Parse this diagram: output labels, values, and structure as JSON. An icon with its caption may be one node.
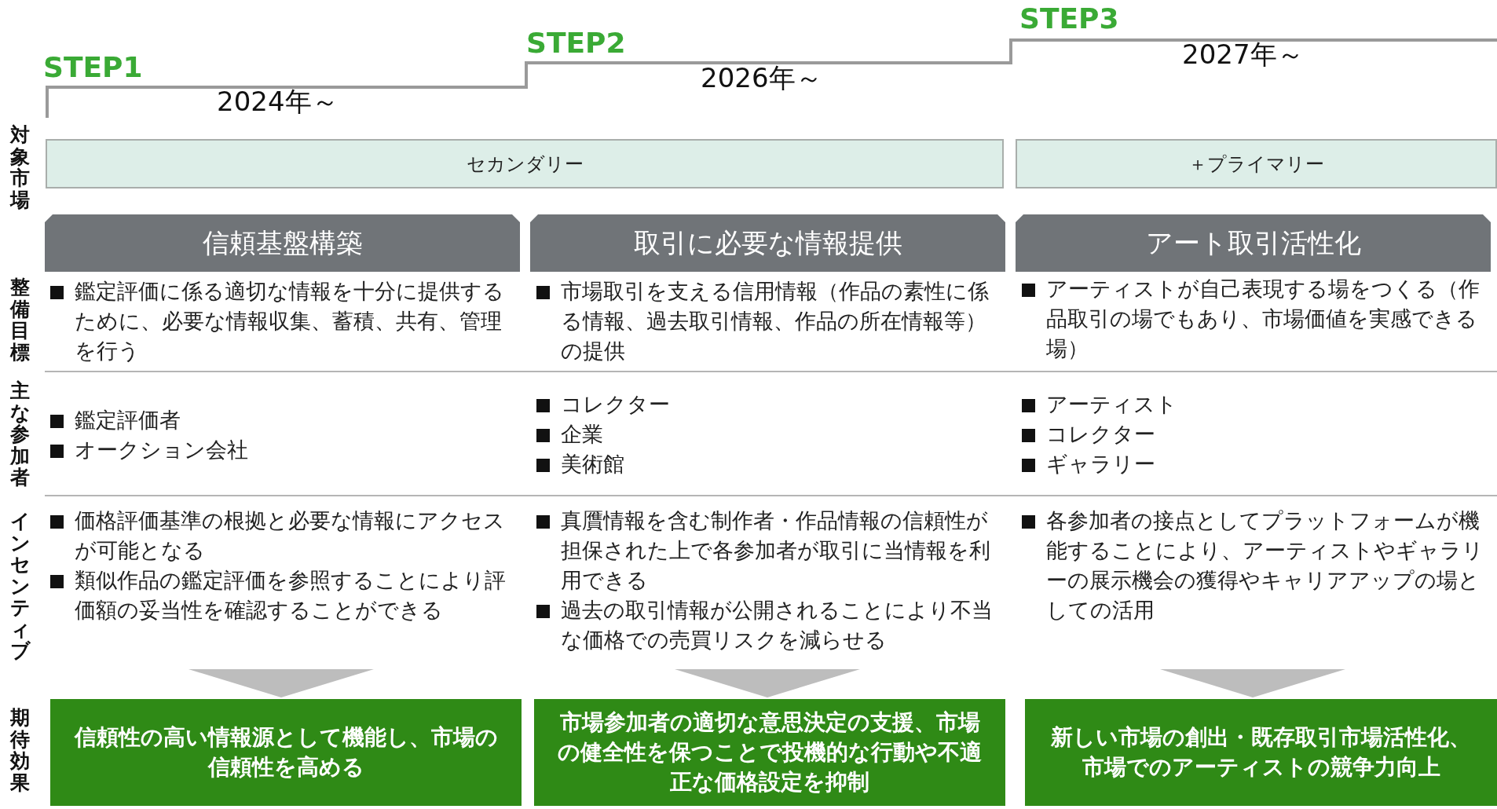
{
  "diagram": {
    "nodes": [
      {
        "text": [
          "セカンダリー"
        ]
      },
      {
        "text": [
          "＋プライマリー"
        ]
      },
      {
        "text": [
          "信頼基盤構築"
        ]
      },
      {
        "text": [
          "取引に必要な情報提供"
        ]
      },
      {
        "text": [
          "アート取引活性化"
        ]
      },
      {
        "text": [
          "信頼性の高い情報源として機能し、市場の信頼性を高める"
        ]
      },
      {
        "text": [
          "市場参加者の適切な意思決定の支援、市場の健全性を保つことで投機的な行動や不適正な価格設定を抑制"
        ]
      },
      {
        "text": [
          "新しい市場の創出・既存取引市場活性化、市場でのアーティストの競争力向上"
        ]
      }
    ],
    "edges": [
      {
        "from": null,
        "to": 5,
        "arrow": "to"
      },
      {
        "from": null,
        "to": 6,
        "arrow": "to"
      },
      {
        "from": null,
        "to": 7,
        "arrow": "to"
      }
    ],
    "labels": [
      "STEP1",
      "2024年～",
      "STEP2",
      "2026年～",
      "STEP3",
      "2027年～",
      "対象市場",
      "整備目標",
      "鑑定評価に係る適切な情報を十分に提供するために、必要な情報収集、蓄積、共有、管理を行う",
      "市場取引を支える信用情報（作品の素性に係る情報、過去取引情報、作品の所在情報等）の提供",
      "アーティストが自己表現する場をつくる（作品取引の場でもあり、市場価値を実感できる場）",
      "主な参加者",
      "鑑定評価者",
      "オークション会社",
      "コレクター",
      "企業",
      "美術館",
      "アーティスト",
      "コレクター",
      "ギャラリー",
      "インセンティブ",
      "価格評価基準の根拠と必要な情報にアクセスが可能となる",
      "類似作品の鑑定評価を参照することにより評価額の妥当性を確認することができる",
      "真贋情報を含む制作者・作品情報の信頼性が担保された上で各参加者が取引に当情報を利用できる",
      "過去の取引情報が公開されることにより不当な価格での売買リスクを減らせる",
      "各参加者の接点としてプラットフォームが機能することにより、アーティストやギャラリーの展示機会の獲得やキャリアアップの場としての活用",
      "期待効果"
    ]
  }
}
